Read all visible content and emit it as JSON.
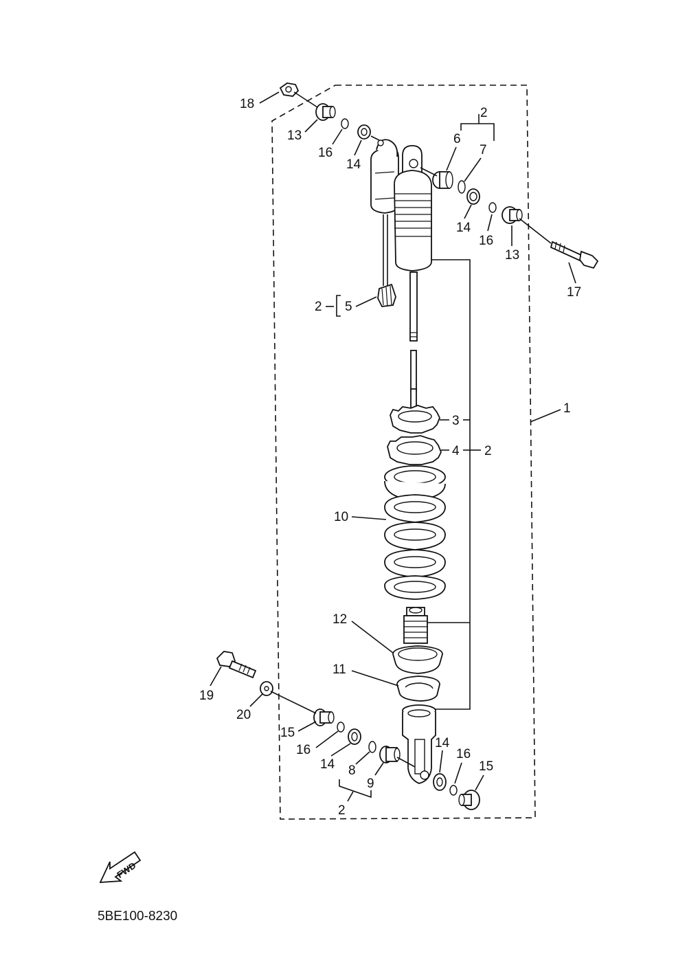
{
  "drawing_code": "5BE100-8230",
  "fwd_label": "FWD",
  "labels": {
    "p1": "1",
    "p2_top": "2",
    "p2_left": "2",
    "p2_mid": "2",
    "p2_bottom": "2",
    "p3": "3",
    "p4": "4",
    "p5": "5",
    "p6": "6",
    "p7": "7",
    "p8": "8",
    "p9": "9",
    "p10": "10",
    "p11": "11",
    "p12": "12",
    "p13_left": "13",
    "p13_right": "13",
    "p14_a": "14",
    "p14_b": "14",
    "p14_c": "14",
    "p14_d": "14",
    "p15_a": "15",
    "p15_b": "15",
    "p16_a": "16",
    "p16_b": "16",
    "p16_c": "16",
    "p16_d": "16",
    "p17": "17",
    "p18": "18",
    "p19": "19",
    "p20": "20"
  }
}
